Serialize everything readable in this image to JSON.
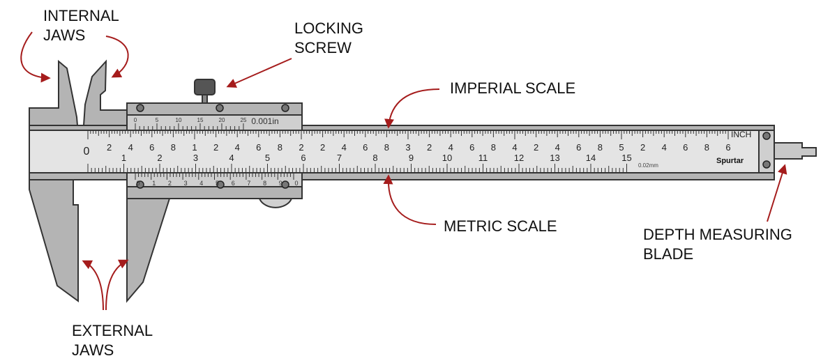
{
  "labels": {
    "internal_jaws": [
      "INTERNAL",
      "JAWS"
    ],
    "locking_screw": [
      "LOCKING",
      "SCREW"
    ],
    "imperial_scale": "IMPERIAL SCALE",
    "metric_scale": "METRIC SCALE",
    "depth_blade": [
      "DEPTH MEASURING",
      "BLADE"
    ],
    "external_jaws": [
      "EXTERNAL",
      "JAWS"
    ]
  },
  "scale_text": {
    "vernier_inch_unit": "0.001in",
    "inch_unit": "INCH",
    "metric_unit": "0.02mm",
    "brand": "Spurtar"
  },
  "imperial_numbers": [
    "0",
    "2",
    "4",
    "6",
    "8",
    "1",
    "2",
    "4",
    "6",
    "8",
    "2",
    "2",
    "4",
    "6",
    "8",
    "3",
    "2",
    "4",
    "6",
    "8",
    "4",
    "2",
    "4",
    "6",
    "8",
    "5",
    "2",
    "4",
    "6",
    "8",
    "6"
  ],
  "metric_numbers": [
    "1",
    "2",
    "3",
    "4",
    "5",
    "6",
    "7",
    "8",
    "9",
    "10",
    "11",
    "12",
    "13",
    "14",
    "15"
  ],
  "vernier_inch_numbers": [
    "0",
    "5",
    "10",
    "15",
    "20",
    "25"
  ],
  "vernier_metric_numbers": [
    "0",
    "1",
    "2",
    "3",
    "4",
    "5",
    "6",
    "7",
    "8",
    "9",
    "0"
  ],
  "colors": {
    "arrow": "#a51c1c",
    "body": "#b4b4b4",
    "scale": "#e4e4e4",
    "outline": "#333333"
  }
}
